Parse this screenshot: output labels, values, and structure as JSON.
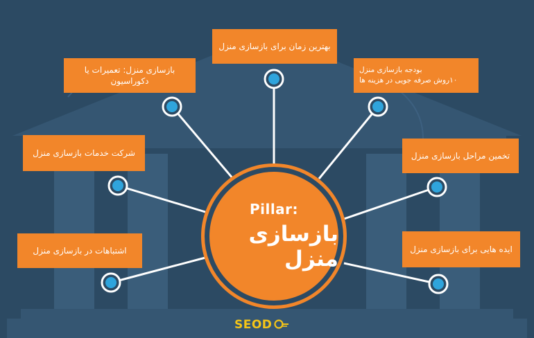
{
  "center": {
    "label_en": "Pillar:",
    "label_fa": "بازسازی منزل"
  },
  "topics": [
    {
      "id": "top",
      "text": "بهترین زمان برای بازسازی منزل"
    },
    {
      "id": "upper-left",
      "text": "بازسازی منزل: تعمیرات یا دکوراسیون"
    },
    {
      "id": "upper-right",
      "line1": "بودجه بازسازی منزل",
      "line2": "۱۰روش صرفه جویی در هزینه ها"
    },
    {
      "id": "mid-left",
      "text": "شرکت خدمات بازسازی منزل"
    },
    {
      "id": "mid-right",
      "text": "تخمین مراحل بازسازی منزل"
    },
    {
      "id": "lower-left",
      "text": "اشتباهات در بازسازی منزل"
    },
    {
      "id": "lower-right",
      "text": "ایده هایی برای بازسازی منزل"
    }
  ],
  "logo": {
    "text": "SEOD"
  },
  "colors": {
    "background": "#2c4a63",
    "accent": "#f2862a",
    "node": "#2fa4dc",
    "line": "#ffffff",
    "logo": "#f5c518"
  }
}
